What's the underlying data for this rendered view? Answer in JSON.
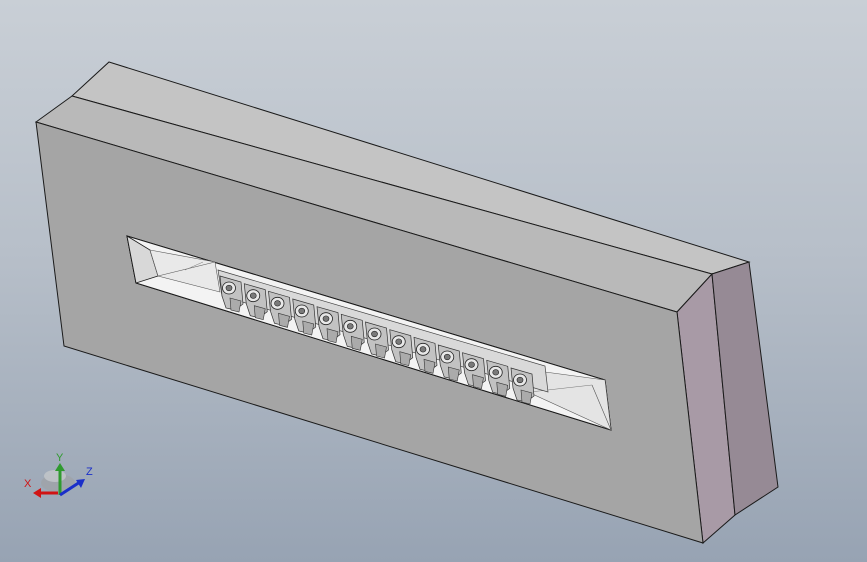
{
  "viewport": {
    "background_top": "#c9cfd6",
    "background_bottom": "#97a3b3"
  },
  "model": {
    "front_face_color": "#a4a4a4",
    "top_face_color": "#bcbcbc",
    "side_face_color": "#9a8e98",
    "edge_color": "#1a1a1a",
    "part_color": "#c2c2c2",
    "connector_count": 13
  },
  "triad": {
    "x_label": "X",
    "y_label": "Y",
    "z_label": "Z",
    "x_color": "#d01414",
    "y_color": "#2f9a2f",
    "z_color": "#1a2fc9"
  }
}
